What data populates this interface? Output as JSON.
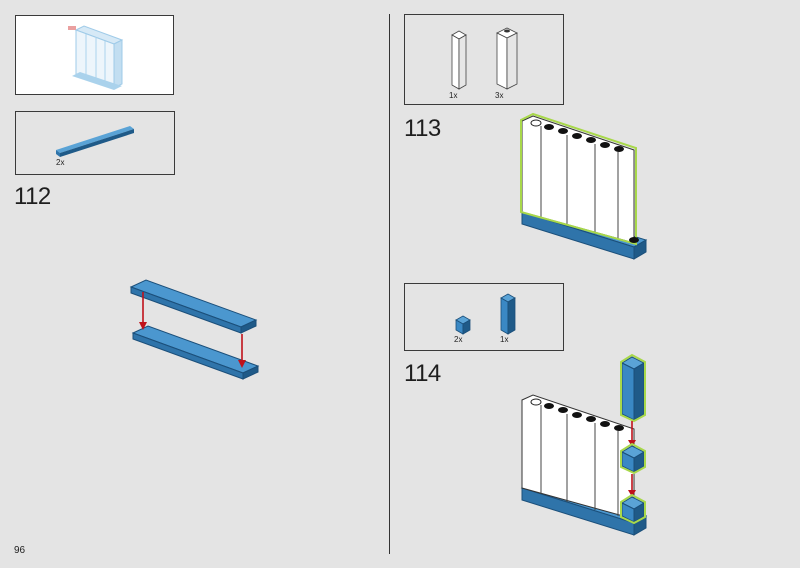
{
  "page_number": "96",
  "colors": {
    "background": "#e4e4e4",
    "brick_blue": "#3a88c4",
    "brick_blue_dark": "#1f5a88",
    "brick_white": "#fafafa",
    "arrow_red": "#c0121b",
    "highlight_green": "#a8d84a"
  },
  "steps": [
    {
      "number": "112",
      "parts": [
        {
          "qty": "2x",
          "part": "blue-plate-1x8"
        }
      ]
    },
    {
      "number": "113",
      "parts": [
        {
          "qty": "1x",
          "part": "white-brick-1x1x3"
        },
        {
          "qty": "3x",
          "part": "white-brick-1x1x3"
        }
      ]
    },
    {
      "number": "114",
      "parts": [
        {
          "qty": "2x",
          "part": "blue-brick-1x1"
        },
        {
          "qty": "1x",
          "part": "blue-brick-1x1x3"
        }
      ]
    }
  ]
}
